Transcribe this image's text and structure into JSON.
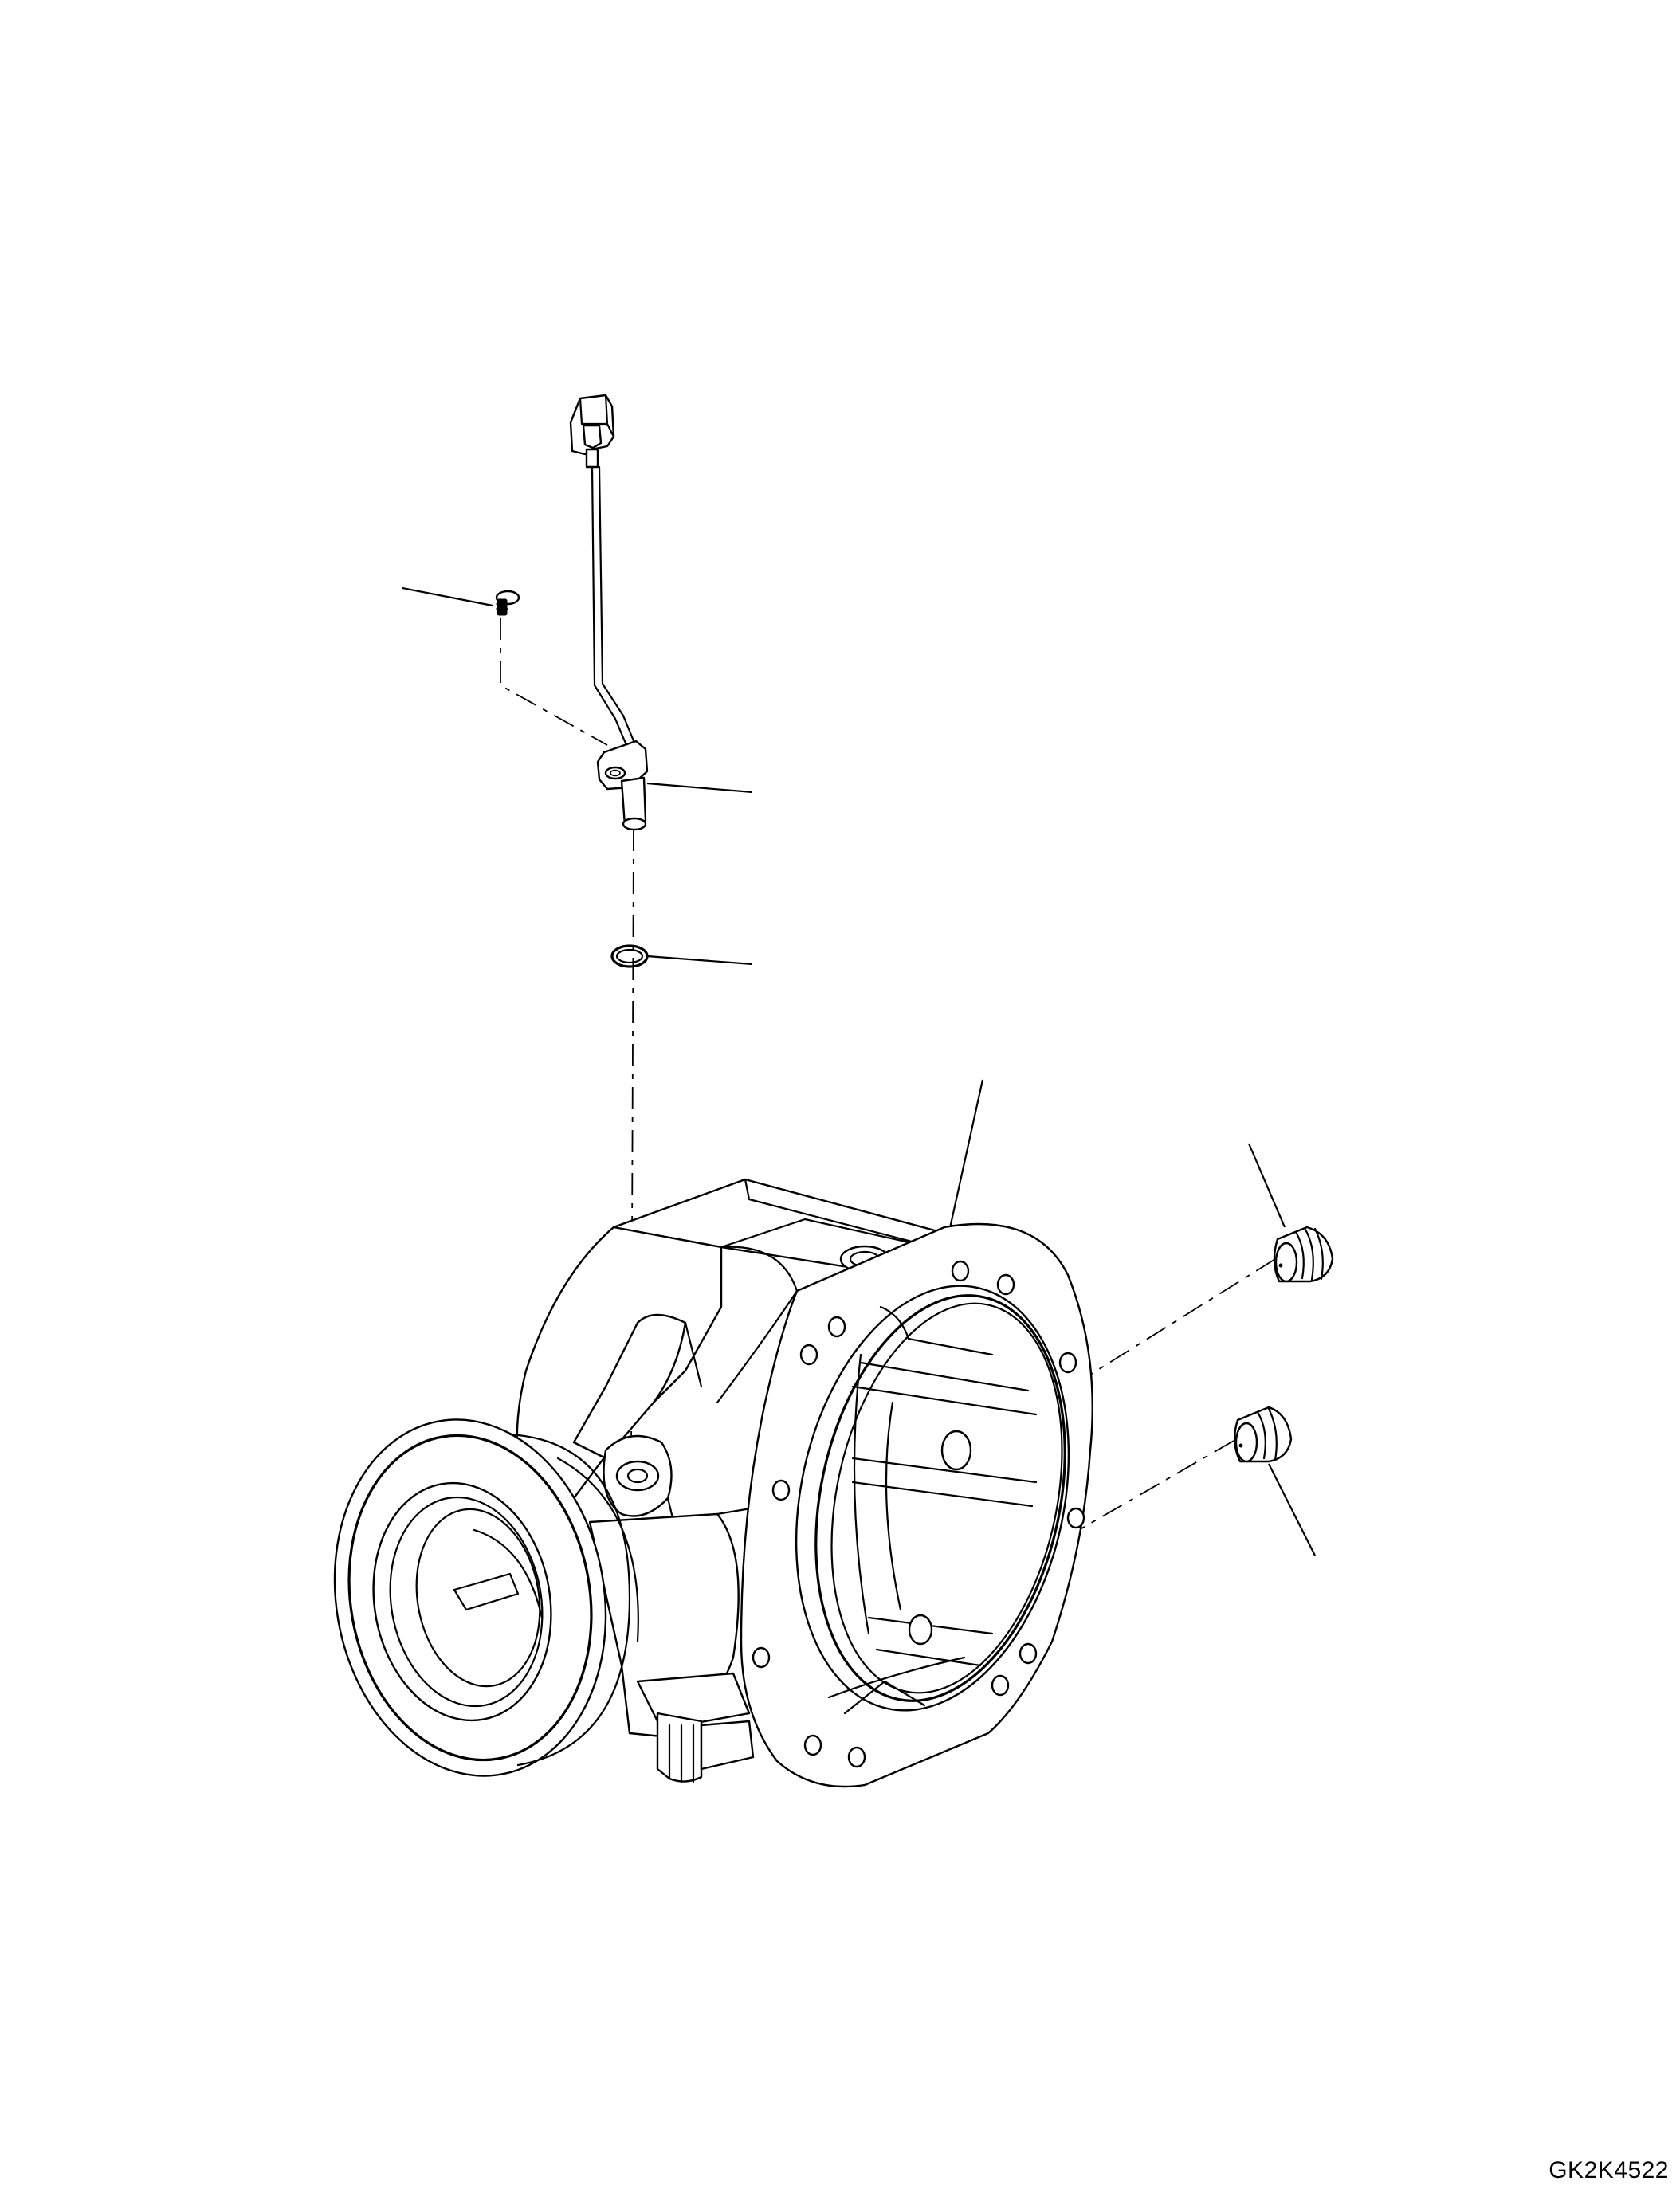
{
  "drawing": {
    "code": "GK2K4522"
  },
  "parts": [
    {
      "name": "screw-part"
    },
    {
      "name": "speed-sensor-part"
    },
    {
      "name": "o-ring-part"
    },
    {
      "name": "axle-housing-part"
    },
    {
      "name": "plug-upper-part"
    },
    {
      "name": "plug-lower-part"
    }
  ],
  "colors": {
    "line": "#000000",
    "background": "#ffffff"
  }
}
